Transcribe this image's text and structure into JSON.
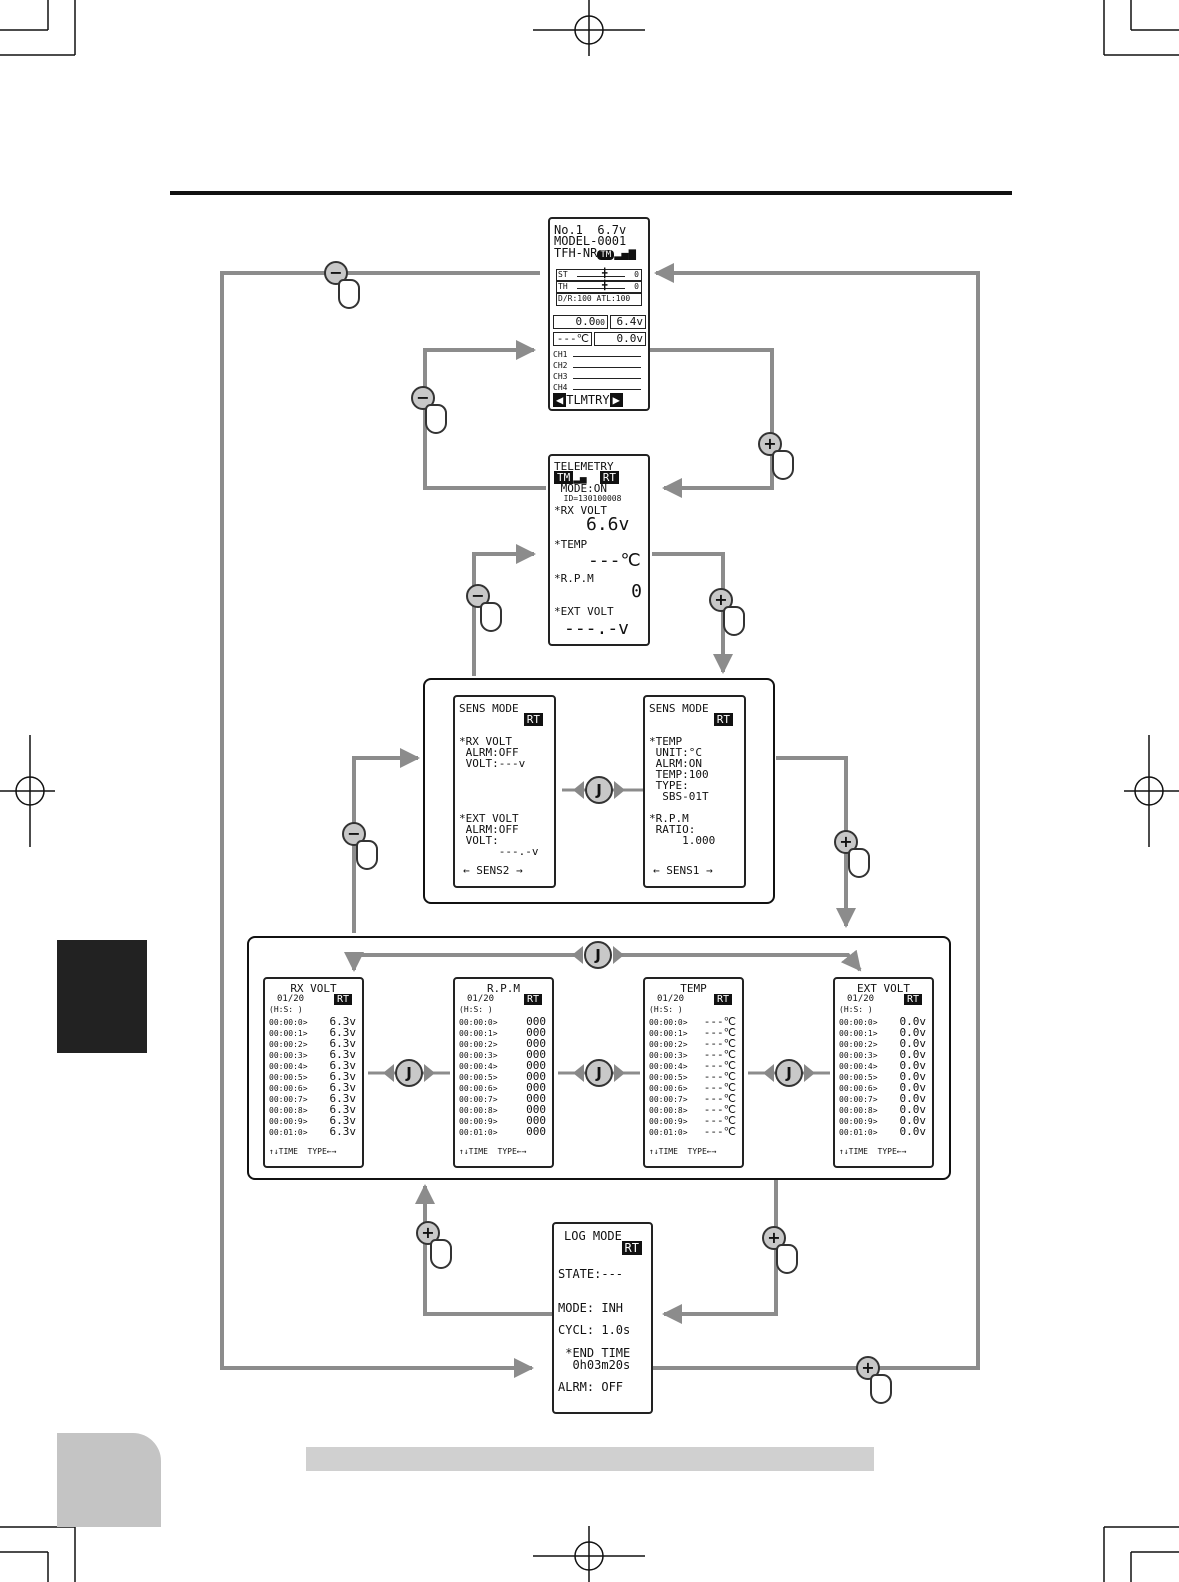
{
  "colors": {
    "arrow": "#8c8c8c",
    "tab": "#222222",
    "footer_bar": "#d0d0d0",
    "page_tab": "#c4c4c4"
  },
  "home": {
    "line1": "No.1  6.7v",
    "line2": "MODEL-0001",
    "line3": "TFH-NR",
    "tm": "TM",
    "st": "ST",
    "th": "TH",
    "st_val": "0",
    "th_val": "0",
    "dr": "D/R:100 ATL:100",
    "f1": "0.0",
    "f1u": "00",
    "f2": "6.4v",
    "f3": "---℃",
    "f4": "0.0v",
    "ch": [
      "CH1",
      "CH2",
      "CH3",
      "CH4"
    ],
    "nav": "TLMTRY"
  },
  "telemetry": {
    "title": "TELEMETRY",
    "tm": "TM",
    "rt": "RT",
    "mode": " MODE:ON",
    "id": "  ID=130100008",
    "rx": "*RX VOLT",
    "rx_val": "6.6v",
    "temp": "*TEMP",
    "temp_val": "---℃",
    "rpm": "*R.P.M",
    "rpm_val": "0",
    "ext": "*EXT VOLT",
    "ext_val": "---.-v"
  },
  "sens2": {
    "title": "SENS MODE",
    "rt": "RT",
    "lines": [
      "*RX VOLT",
      " ALRM:OFF",
      " VOLT:---v",
      "",
      "",
      "",
      "",
      "*EXT VOLT",
      " ALRM:OFF",
      " VOLT:",
      "      ---.-v"
    ],
    "nav": "← SENS2 →"
  },
  "sens1": {
    "title": "SENS MODE",
    "rt": "RT",
    "lines": [
      "*TEMP",
      " UNIT:°C",
      " ALRM:ON",
      " TEMP:100",
      " TYPE:",
      "  SBS-01T",
      "",
      "*R.P.M",
      " RATIO:",
      "     1.000"
    ],
    "nav": "← SENS1 →"
  },
  "logs": [
    {
      "title": "RX VOLT",
      "page": "01/20",
      "rt": "RT",
      "hdr": "(H:S: )",
      "times": [
        "00:00:0>",
        "00:00:1>",
        "00:00:2>",
        "00:00:3>",
        "00:00:4>",
        "00:00:5>",
        "00:00:6>",
        "00:00:7>",
        "00:00:8>",
        "00:00:9>",
        "00:01:0>"
      ],
      "vals": [
        "6.3v",
        "6.3v",
        "6.3v",
        "6.3v",
        "6.3v",
        "6.3v",
        "6.3v",
        "6.3v",
        "6.3v",
        "6.3v",
        "6.3v"
      ],
      "footer": "↑↓TIME  TYPE←→"
    },
    {
      "title": "R.P.M",
      "page": "01/20",
      "rt": "RT",
      "hdr": "(H:S: )",
      "times": [
        "00:00:0>",
        "00:00:1>",
        "00:00:2>",
        "00:00:3>",
        "00:00:4>",
        "00:00:5>",
        "00:00:6>",
        "00:00:7>",
        "00:00:8>",
        "00:00:9>",
        "00:01:0>"
      ],
      "vals": [
        "000",
        "000",
        "000",
        "000",
        "000",
        "000",
        "000",
        "000",
        "000",
        "000",
        "000"
      ],
      "footer": "↑↓TIME  TYPE←→"
    },
    {
      "title": "TEMP",
      "page": "01/20",
      "rt": "RT",
      "hdr": "(H:S: )",
      "times": [
        "00:00:0>",
        "00:00:1>",
        "00:00:2>",
        "00:00:3>",
        "00:00:4>",
        "00:00:5>",
        "00:00:6>",
        "00:00:7>",
        "00:00:8>",
        "00:00:9>",
        "00:01:0>"
      ],
      "vals": [
        "---℃",
        "---℃",
        "---℃",
        "---℃",
        "---℃",
        "---℃",
        "---℃",
        "---℃",
        "---℃",
        "---℃",
        "---℃"
      ],
      "footer": "↑↓TIME  TYPE←→"
    },
    {
      "title": "EXT VOLT",
      "page": "01/20",
      "rt": "RT",
      "hdr": "(H:S: )",
      "times": [
        "00:00:0>",
        "00:00:1>",
        "00:00:2>",
        "00:00:3>",
        "00:00:4>",
        "00:00:5>",
        "00:00:6>",
        "00:00:7>",
        "00:00:8>",
        "00:00:9>",
        "00:01:0>"
      ],
      "vals": [
        "0.0v",
        "0.0v",
        "0.0v",
        "0.0v",
        "0.0v",
        "0.0v",
        "0.0v",
        "0.0v",
        "0.0v",
        "0.0v",
        "0.0v"
      ],
      "footer": "↑↓TIME  TYPE←→"
    }
  ],
  "logmode": {
    "title": "LOG MODE",
    "rt": "RT",
    "state": "STATE:---",
    "mode": "MODE: INH",
    "cycl": "CYCL: 1.0s",
    "end": " *END TIME",
    "end_val": "  0h03m20s",
    "alrm": "ALRM: OFF"
  },
  "icons": {
    "minus": "−",
    "plus": "+",
    "jog": "J"
  }
}
